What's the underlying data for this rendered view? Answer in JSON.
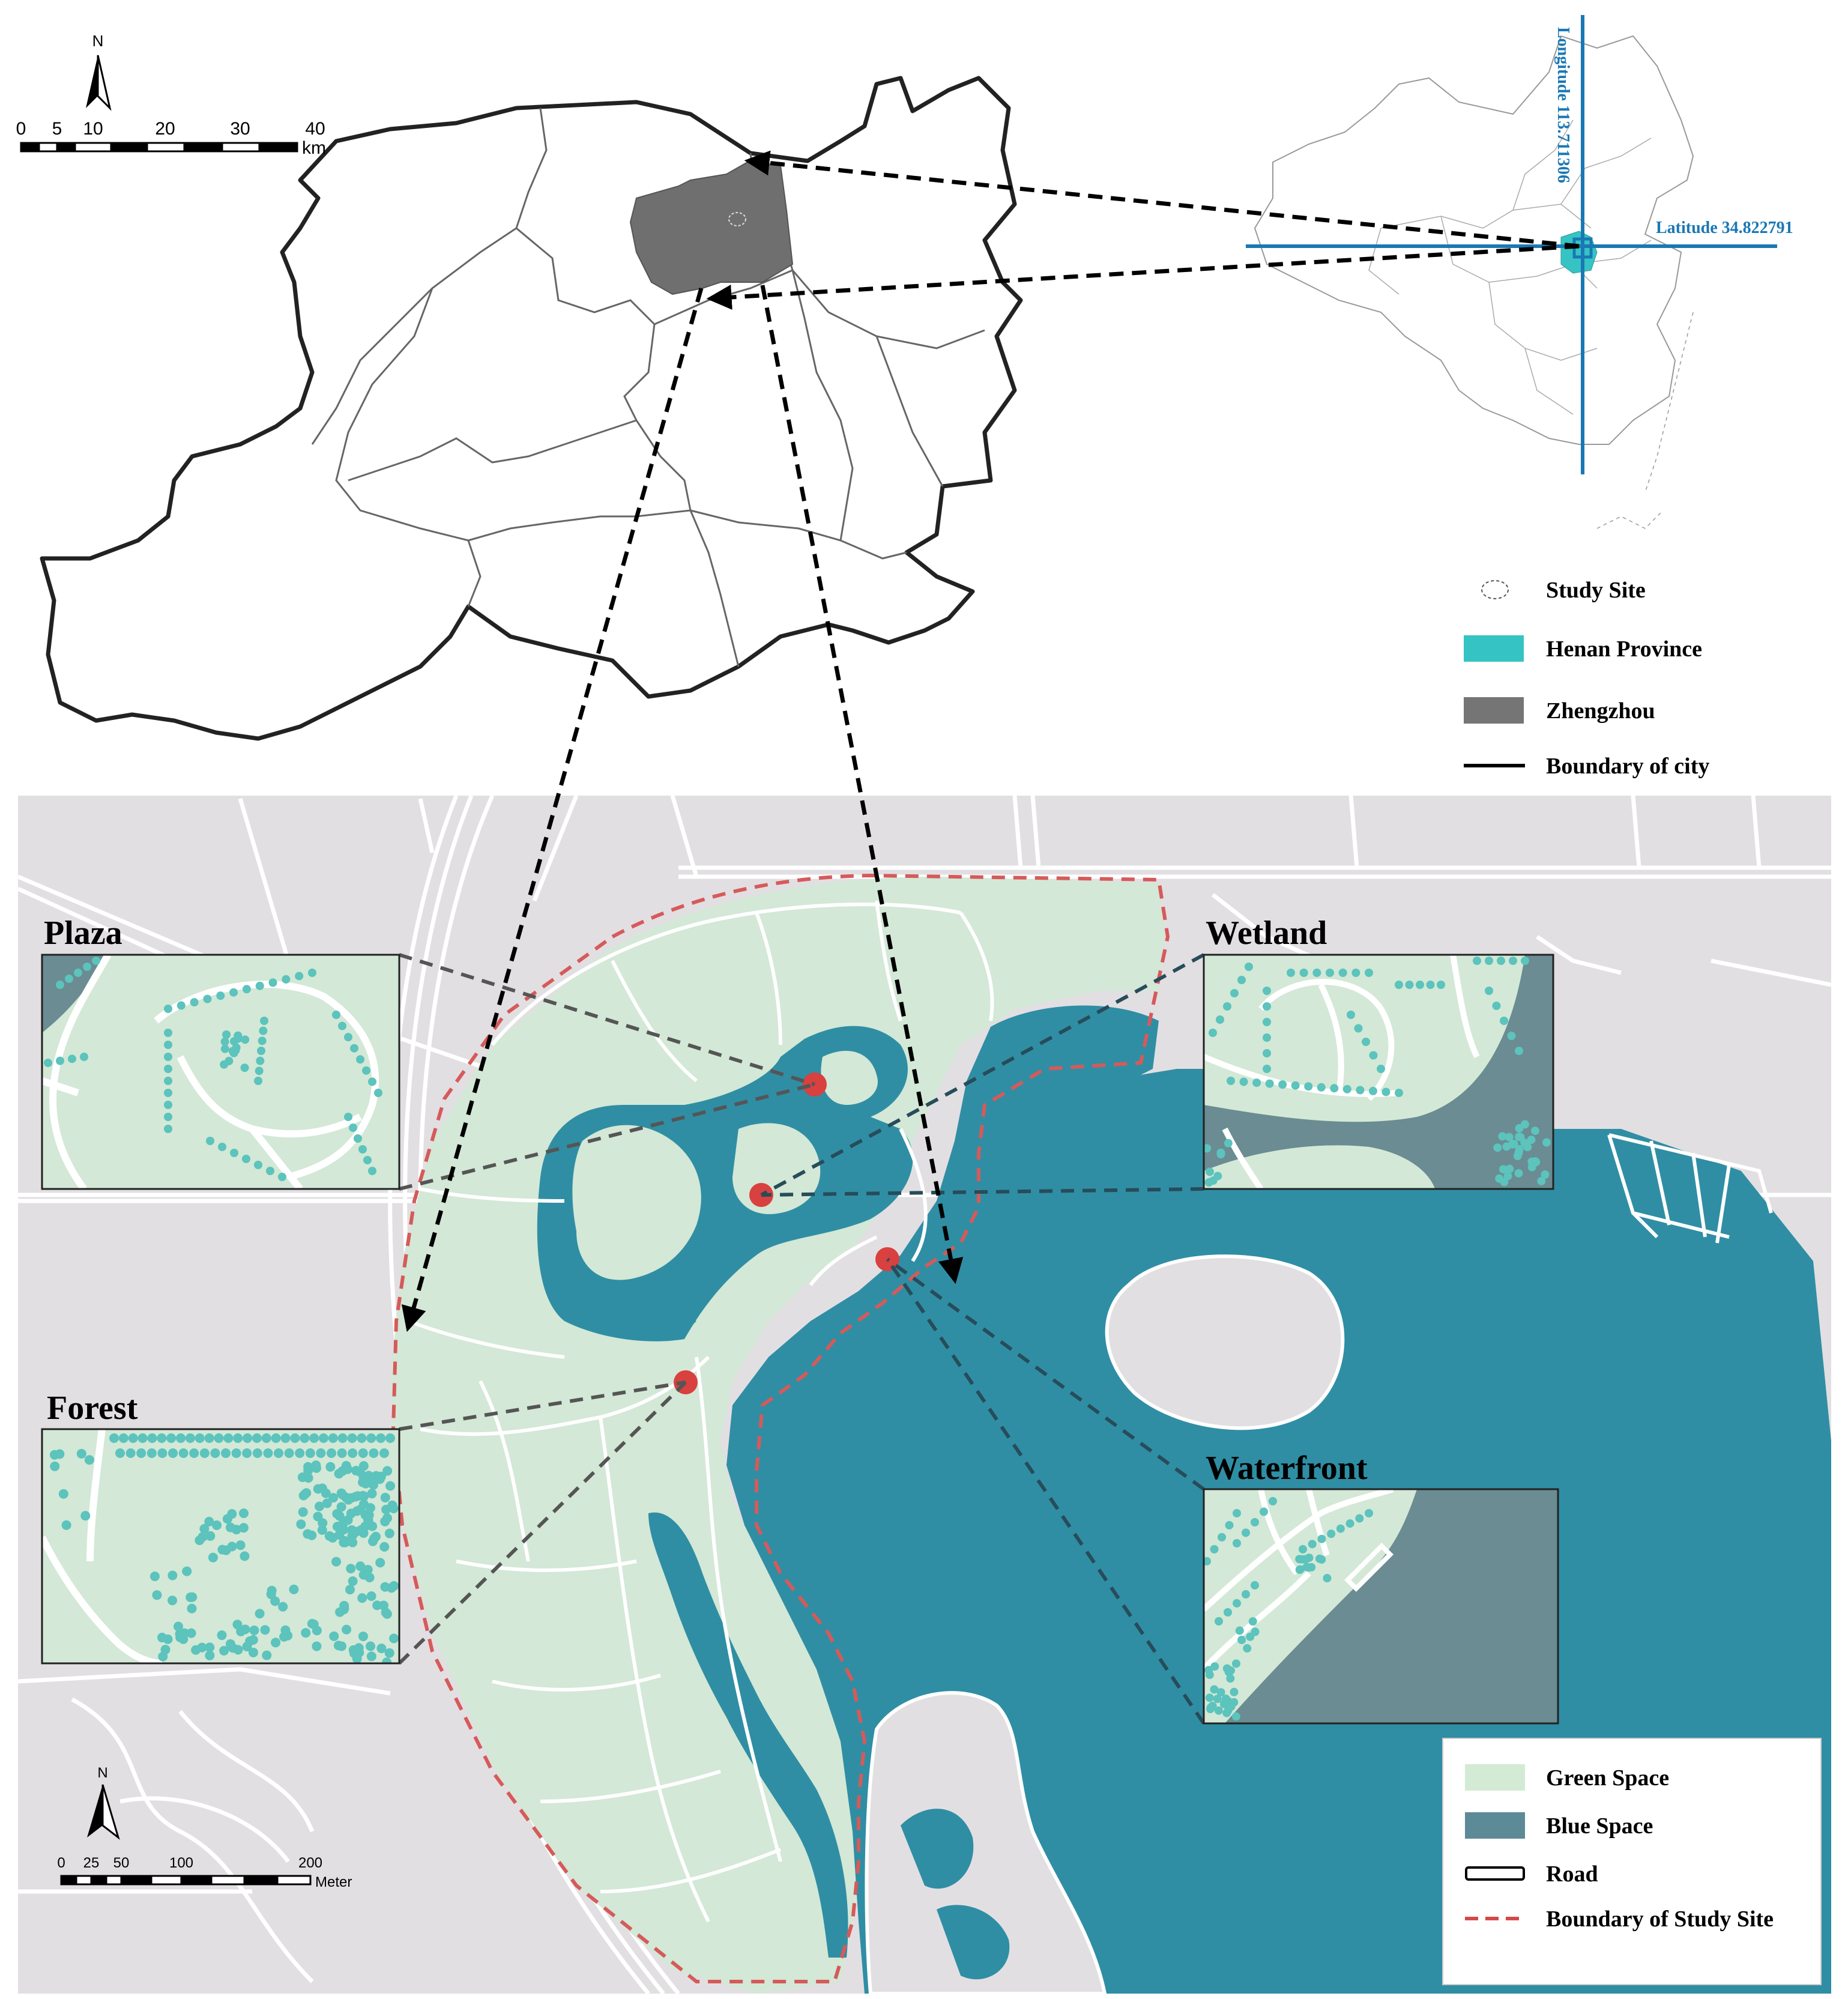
{
  "top_scale": {
    "north": "N",
    "ticks": [
      "0",
      "5",
      "10",
      "20",
      "30",
      "40"
    ],
    "unit": "km"
  },
  "bottom_scale": {
    "north": "N",
    "ticks": [
      "0",
      "25",
      "50",
      "100",
      "200"
    ],
    "unit": "Meter"
  },
  "china_map": {
    "longitude_label": "Longitude 113.711306",
    "latitude_label": "Latitude 34.822791"
  },
  "top_legend": [
    {
      "label": "Study Site",
      "symbol": "dashed-circle"
    },
    {
      "label": "Henan Province",
      "symbol": "fill",
      "color": "#35c4c3"
    },
    {
      "label": "Zhengzhou",
      "symbol": "fill",
      "color": "#757575"
    },
    {
      "label": "Boundary of city",
      "symbol": "line",
      "color": "#000000"
    }
  ],
  "insets": [
    {
      "name": "plaza",
      "label": "Plaza"
    },
    {
      "name": "wetland",
      "label": "Wetland"
    },
    {
      "name": "forest",
      "label": "Forest"
    },
    {
      "name": "waterfront",
      "label": "Waterfront"
    }
  ],
  "bottom_legend": [
    {
      "label": "Green Space",
      "symbol": "fill",
      "color": "#d3ebd4"
    },
    {
      "label": "Blue Space",
      "symbol": "fill",
      "color": "#5d8a97"
    },
    {
      "label": "Road",
      "symbol": "road"
    },
    {
      "label": "Boundary of Study Site",
      "symbol": "dashed-line",
      "color": "#d44848"
    }
  ],
  "colors": {
    "green_space": "#d3e8d6",
    "blue_space": "#2f8ea4",
    "inset_blue": "#6a8c92",
    "tree_dot": "#5cc3bd",
    "background_gray": "#e2dfe2",
    "road": "#ffffff",
    "boundary_red": "#d65a5a",
    "marker_red": "#d94040",
    "henan": "#35c4c3",
    "zhengzhou": "#6f6f6f",
    "coordinate_blue": "#1a78b4"
  }
}
